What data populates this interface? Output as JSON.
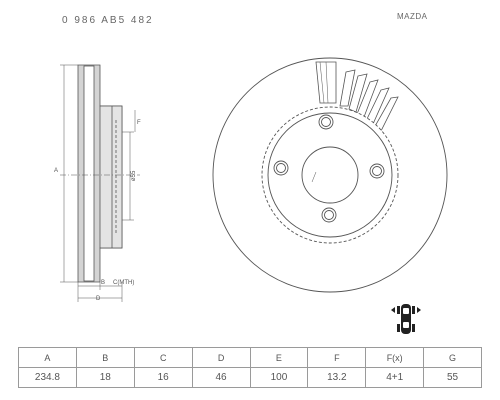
{
  "header": {
    "part_number": "0 986 AB5 482",
    "brand": "MAZDA"
  },
  "drawing": {
    "labels": {
      "A": "A",
      "B": "B",
      "C": "C(MTH)",
      "D": "D",
      "E": "ø55",
      "F": "F"
    },
    "fill_color": "#cfcfcf",
    "line_color": "#555555"
  },
  "vehicle_icon": {
    "name": "car-front-axle-icon",
    "color": "#222222"
  },
  "spec_table": {
    "headers": [
      "A",
      "B",
      "C",
      "D",
      "E",
      "F",
      "F(x)",
      "G"
    ],
    "values": [
      "234.8",
      "18",
      "16",
      "46",
      "100",
      "13.2",
      "4+1",
      "55"
    ]
  }
}
